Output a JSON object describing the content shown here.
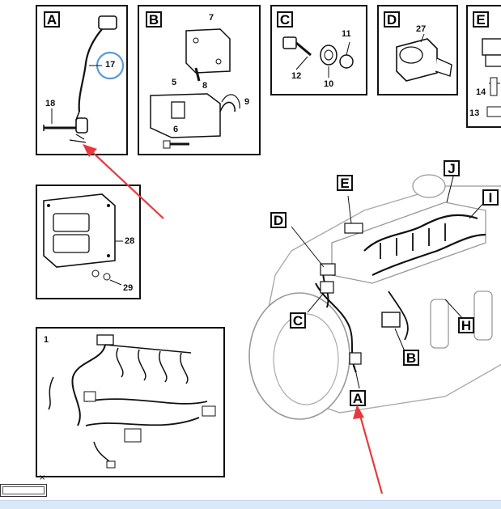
{
  "panels": {
    "A": {
      "label": "A",
      "parts": [
        "17",
        "18"
      ]
    },
    "B": {
      "label": "B",
      "parts": [
        "7",
        "5",
        "8",
        "9",
        "6"
      ]
    },
    "C": {
      "label": "C",
      "parts": [
        "11",
        "12",
        "10"
      ]
    },
    "D": {
      "label": "D",
      "parts": [
        "27"
      ]
    },
    "E": {
      "label": "E",
      "parts": [
        "14",
        "13"
      ]
    },
    "ecu": {
      "parts": [
        "28",
        "29"
      ]
    },
    "harness": {
      "parts": [
        "1"
      ]
    }
  },
  "engine_labels": [
    "J",
    "E",
    "I",
    "D",
    "C",
    "H",
    "B",
    "A"
  ],
  "colors": {
    "arrow": "#e8383d",
    "highlight_circle": "#5b9bd5",
    "line": "#111111",
    "bottom_bar": "#dbe8f7"
  },
  "icons": {
    "close": "close-icon"
  },
  "close_glyph": "×"
}
